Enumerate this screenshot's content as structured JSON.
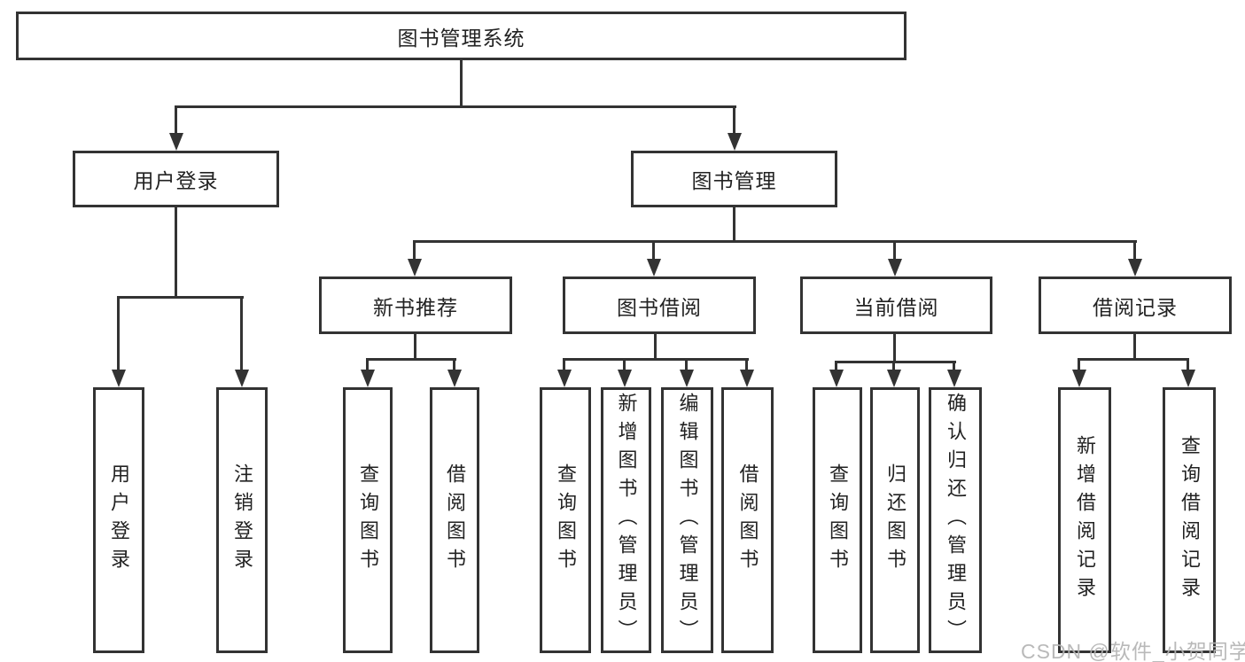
{
  "tree": {
    "root": {
      "label": "图书管理系统",
      "children": [
        {
          "label": "用户登录",
          "children": [
            {
              "label": "用户登录"
            },
            {
              "label": "注销登录"
            }
          ]
        },
        {
          "label": "图书管理",
          "children": [
            {
              "label": "新书推荐",
              "children": [
                {
                  "label": "查询图书"
                },
                {
                  "label": "借阅图书"
                }
              ]
            },
            {
              "label": "图书借阅",
              "children": [
                {
                  "label": "查询图书"
                },
                {
                  "label": "新增图书（管理员）"
                },
                {
                  "label": "编辑图书（管理员）"
                },
                {
                  "label": "借阅图书"
                }
              ]
            },
            {
              "label": "当前借阅",
              "children": [
                {
                  "label": "查询图书"
                },
                {
                  "label": "归还图书"
                },
                {
                  "label": "确认归还（管理员）"
                }
              ]
            },
            {
              "label": "借阅记录",
              "children": [
                {
                  "label": "新增借阅记录"
                },
                {
                  "label": "查询借阅记录"
                }
              ]
            }
          ]
        }
      ]
    }
  },
  "watermark": {
    "text": "CSDN @软件_小贺同学"
  },
  "colors": {
    "line": "#333333",
    "box_border": "#333333",
    "text": "#222222",
    "watermark_text": "#b4b4b4",
    "background": "#ffffff"
  }
}
